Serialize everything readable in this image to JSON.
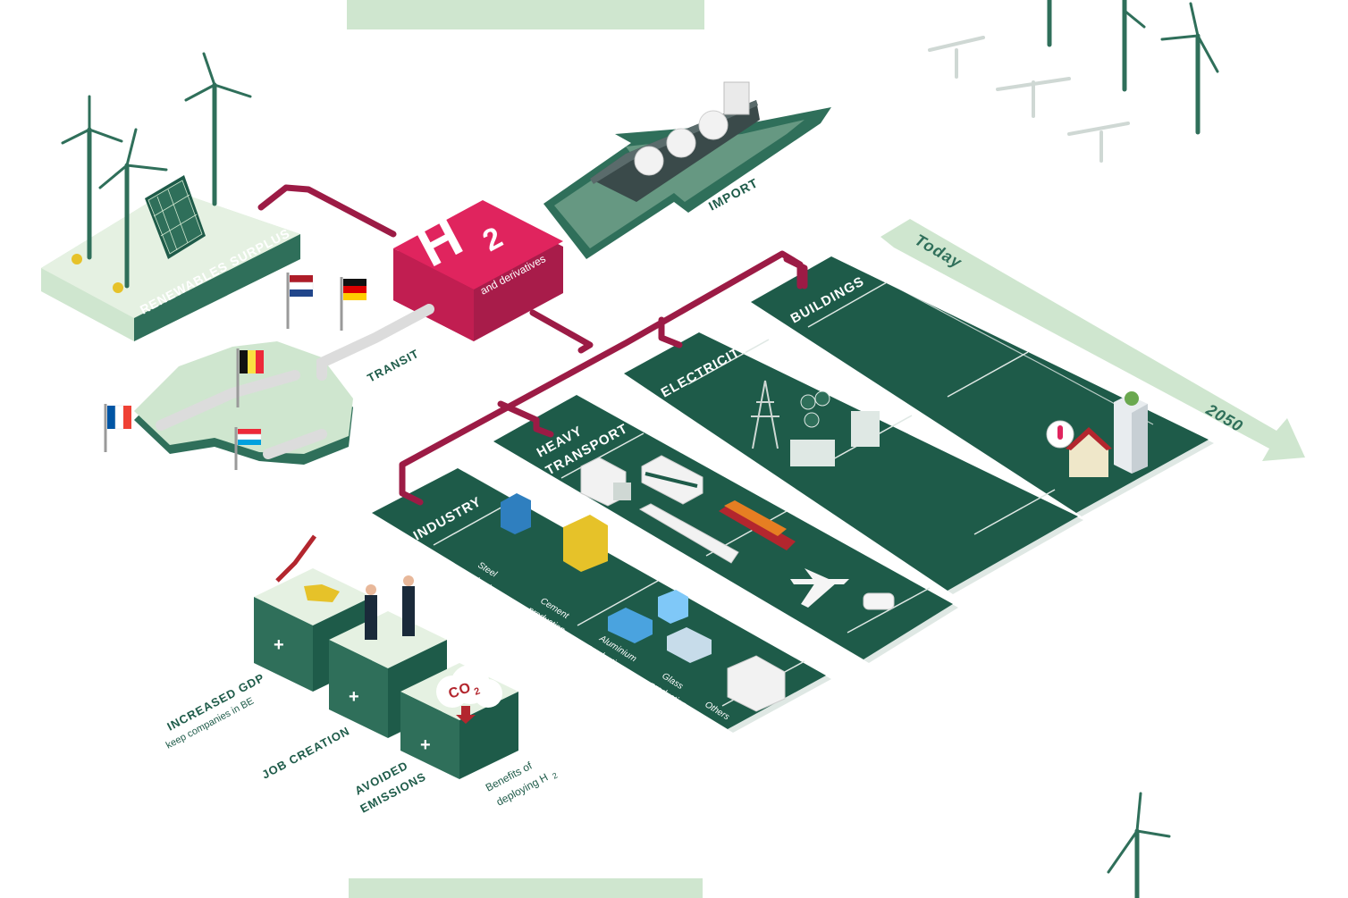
{
  "colors": {
    "dark_green": "#1e5b49",
    "mid_green": "#2f6f5a",
    "light_green": "#cfe6cf",
    "pale_green": "#e5f1e2",
    "hydrogen_pink": "#e0245e",
    "pipe_crimson": "#9c1b45",
    "banner_green": "#cfe6cf"
  },
  "hub": {
    "symbol": "H",
    "subscript": "2",
    "caption": "and derivatives"
  },
  "sources": {
    "renewables": "RENEWABLES SURPLUS",
    "import": "IMPORT",
    "transit": "TRANSIT"
  },
  "timeline": {
    "start": "Today",
    "end": "2050"
  },
  "sectors": {
    "buildings": "BUILDINGS",
    "electricity": "ELECTRICITY",
    "heavy_transport_line1": "HEAVY",
    "heavy_transport_line2": "TRANSPORT",
    "industry": "INDUSTRY"
  },
  "industry_items": [
    {
      "line1": "Steel",
      "line2": "production"
    },
    {
      "line1": "Cement",
      "line2": "production"
    },
    {
      "line1": "Aluminium",
      "line2": "production"
    },
    {
      "line1": "Glass",
      "line2": "production"
    },
    {
      "line1": "Others",
      "line2": ""
    }
  ],
  "benefits": {
    "gdp_title": "INCREASED GDP",
    "gdp_sub": "keep companies in BE",
    "jobs_title": "JOB CREATION",
    "emissions_line1": "AVOIDED",
    "emissions_line2": "EMISSIONS",
    "caption_line1": "Benefits of",
    "caption_line2": "deploying H",
    "caption_sub": "2",
    "co2_main": "CO",
    "co2_sub": "2",
    "plus_sign": "+"
  },
  "icons": [
    "wind-turbine-icon",
    "solar-panel-icon",
    "ship-icon",
    "flag-netherlands-icon",
    "flag-germany-icon",
    "flag-belgium-icon",
    "flag-france-icon",
    "flag-luxembourg-icon",
    "pylon-icon",
    "truck-icon",
    "bus-icon",
    "train-icon",
    "cargo-ship-icon",
    "airplane-icon",
    "car-icon",
    "house-icon",
    "apartment-icon",
    "factory-icon",
    "handshake-icon",
    "coins-icon",
    "co2-cloud-icon"
  ]
}
